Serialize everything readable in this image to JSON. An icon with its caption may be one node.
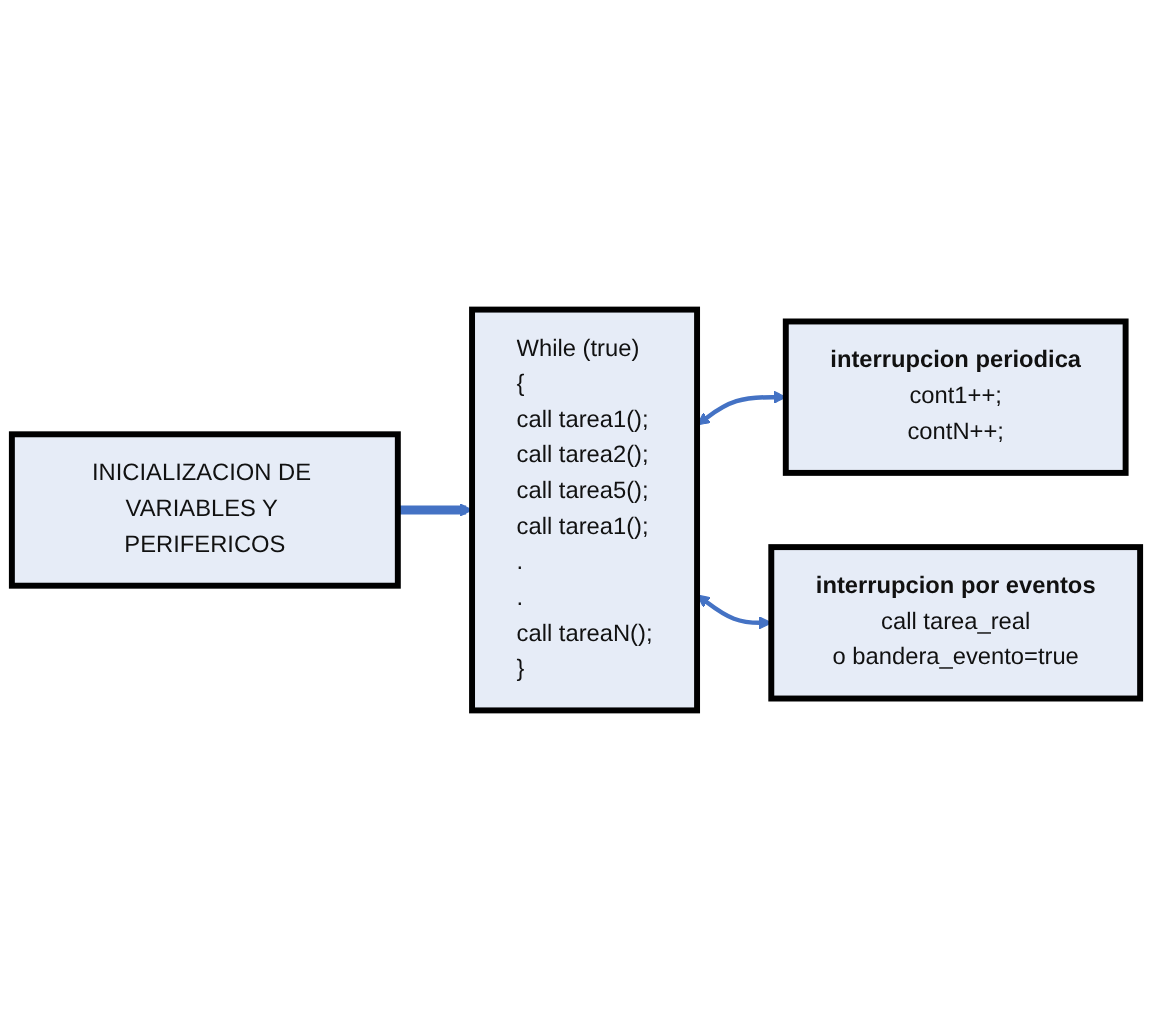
{
  "diagram": {
    "nodes": [
      {
        "text": [
          "INICIALIZACION DE VARIABLES Y PERIFERICOS"
        ]
      },
      {
        "text": [
          "While (true)",
          "{",
          "call tarea1();",
          "call tarea2();",
          "call tarea5();",
          "call tarea1();",
          ".",
          ".",
          "call tareaN();",
          "}"
        ]
      },
      {
        "text": [
          "interrupcion periodica",
          "cont1++;",
          "contN++;"
        ]
      },
      {
        "text": [
          "interrupcion por eventos",
          "call tarea_real",
          "o bandera_evento=true"
        ]
      }
    ],
    "edges": [
      {
        "from": 0,
        "to": 1,
        "arrow": "to",
        "style": "thick"
      },
      {
        "from": 1,
        "to": 2,
        "arrow": "both"
      },
      {
        "from": 1,
        "to": 3,
        "arrow": "both"
      }
    ]
  }
}
